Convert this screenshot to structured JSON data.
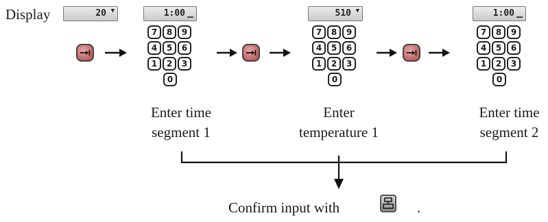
{
  "display_label": "Display",
  "display_value": "20",
  "display_mark": "▼",
  "steps": [
    {
      "display_value": "1:00",
      "caption_line1": "Enter time",
      "caption_line2": "segment 1"
    },
    {
      "display_value": "510",
      "display_mark": "▼",
      "caption_line1": "Enter",
      "caption_line2": "temperature 1"
    },
    {
      "display_value": "1:00",
      "caption_line1": "Enter time",
      "caption_line2": "segment 2"
    }
  ],
  "keypad": {
    "row1": [
      "7",
      "8",
      "9"
    ],
    "row2": [
      "4",
      "5",
      "6"
    ],
    "row3": [
      "1",
      "2",
      "3"
    ],
    "row4": [
      "0"
    ]
  },
  "confirm_text": "Confirm input with",
  "confirm_period": ".",
  "icons": {
    "next": "next-step-icon",
    "confirm": "confirm-icon",
    "arrow": "arrow-right-icon"
  }
}
